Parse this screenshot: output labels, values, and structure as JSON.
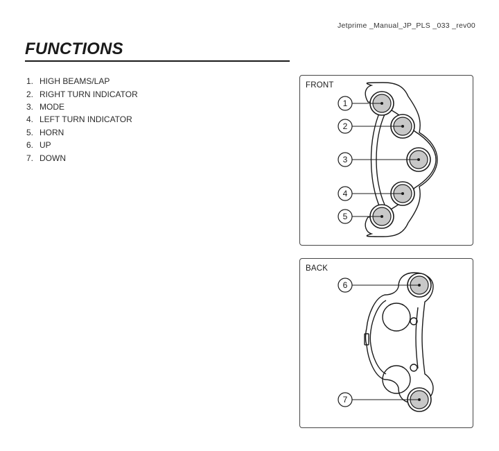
{
  "header": {
    "doc_ref": "Jetprime _Manual_JP_PLS _033 _rev00"
  },
  "page": {
    "title": "FUNCTIONS"
  },
  "functions": [
    {
      "num": "1.",
      "label": "HIGH BEAMS/LAP"
    },
    {
      "num": "2.",
      "label": "RIGHT TURN INDICATOR"
    },
    {
      "num": "3.",
      "label": "MODE"
    },
    {
      "num": "4.",
      "label": "LEFT TURN INDICATOR"
    },
    {
      "num": "5.",
      "label": "HORN"
    },
    {
      "num": "6.",
      "label": "UP"
    },
    {
      "num": "7.",
      "label": "DOWN"
    }
  ],
  "front_panel": {
    "label": "FRONT",
    "callouts": [
      "1",
      "2",
      "3",
      "4",
      "5"
    ]
  },
  "back_panel": {
    "label": "BACK",
    "callouts": [
      "6",
      "7"
    ]
  },
  "colors": {
    "button_fill": "#c8c8c8",
    "line": "#1a1a1a"
  }
}
